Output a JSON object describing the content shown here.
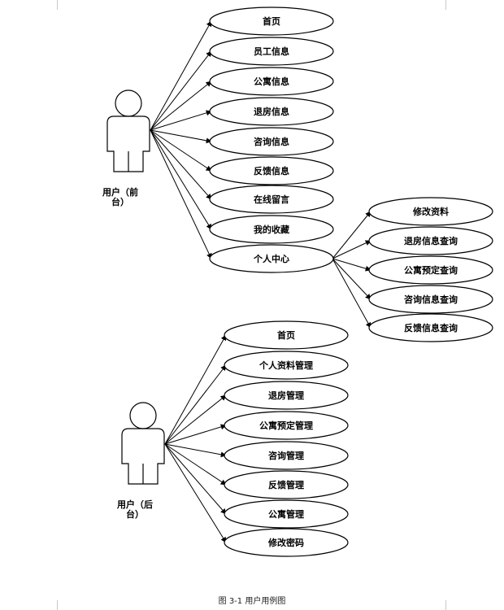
{
  "colors": {
    "stroke": "#000000",
    "background": "#ffffff",
    "corner_marks": "#c8c8c8"
  },
  "front_actor": {
    "label_line1": "用户（前",
    "label_line2": "台）",
    "use_cases": [
      "首页",
      "员工信息",
      "公寓信息",
      "退房信息",
      "咨询信息",
      "反馈信息",
      "在线留言",
      "我的收藏",
      "个人中心"
    ]
  },
  "personal_center": {
    "use_cases": [
      "修改资料",
      "退房信息查询",
      "公寓预定查询",
      "咨询信息查询",
      "反馈信息查询"
    ]
  },
  "back_actor": {
    "label_line1": "用户（后",
    "label_line2": "台）",
    "use_cases": [
      "首页",
      "个人资料管理",
      "退房管理",
      "公寓预定管理",
      "咨询管理",
      "反馈管理",
      "公寓管理",
      "修改密码"
    ]
  },
  "caption": "图 3-1 用户用例图"
}
